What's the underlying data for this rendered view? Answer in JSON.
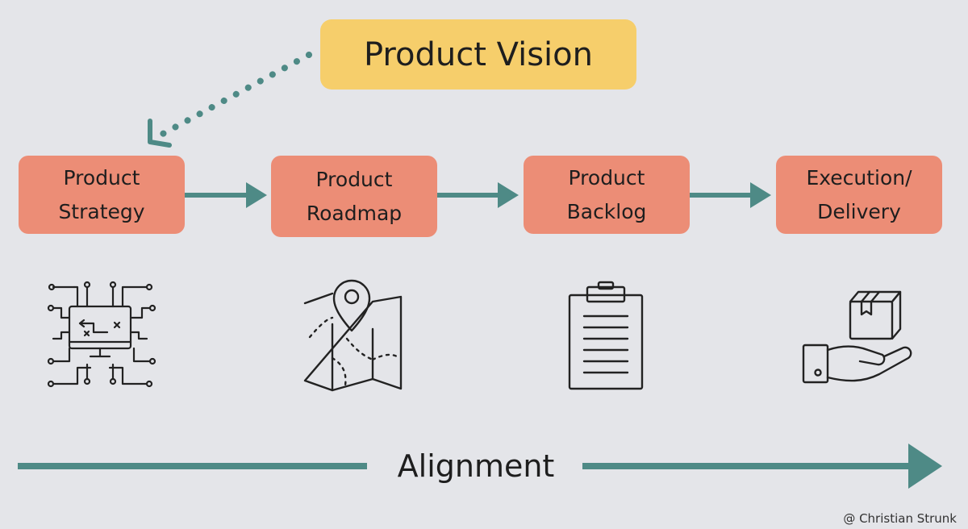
{
  "vision": "Product Vision",
  "steps": [
    {
      "line1": "Product",
      "line2": "Strategy",
      "icon": "strategy-circuit-icon"
    },
    {
      "line1": "Product",
      "line2": "Roadmap",
      "icon": "map-pin-icon"
    },
    {
      "line1": "Product",
      "line2": "Backlog",
      "icon": "clipboard-icon"
    },
    {
      "line1": "Execution/",
      "line2": "Delivery",
      "icon": "hand-package-icon"
    }
  ],
  "alignment": "Alignment",
  "credit": "@ Christian Strunk",
  "colors": {
    "background": "#e4e5e9",
    "vision": "#f6ce6b",
    "step": "#ec8d76",
    "arrow": "#4e8a86"
  }
}
